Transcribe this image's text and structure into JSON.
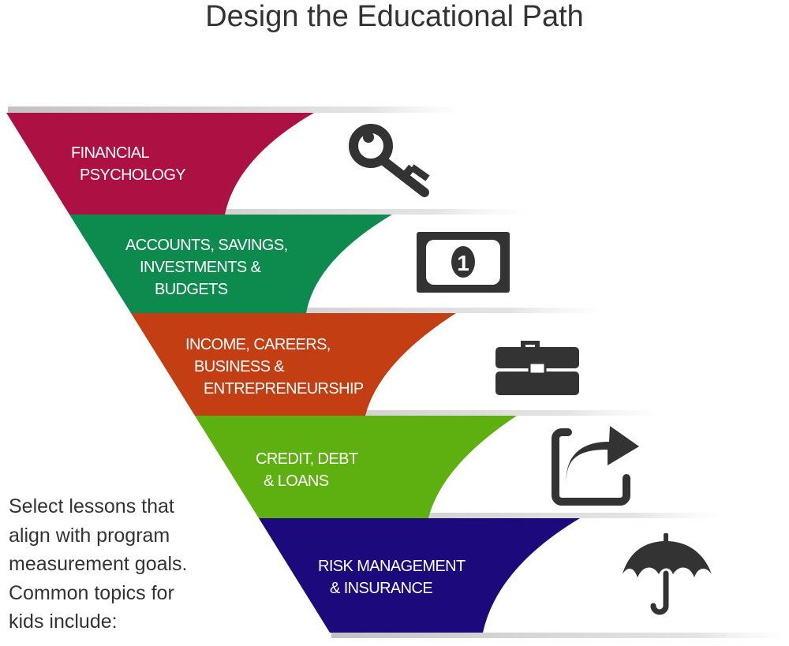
{
  "title": "Design the Educational Path",
  "colors": {
    "band1": "#ad1042",
    "band2": "#0d8a4e",
    "band3": "#c33e12",
    "band4": "#5eaf10",
    "band5": "#1c0a7c",
    "icon": "#333333"
  },
  "bands": [
    {
      "lines": [
        "FINANCIAL",
        "PSYCHOLOGY"
      ],
      "icon": "key-icon"
    },
    {
      "lines": [
        "ACCOUNTS, SAVINGS,",
        "INVESTMENTS &",
        "BUDGETS"
      ],
      "icon": "dollar-bill-icon"
    },
    {
      "lines": [
        "INCOME, CAREERS,",
        "BUSINESS &",
        "ENTREPRENEURSHIP"
      ],
      "icon": "briefcase-icon"
    },
    {
      "lines": [
        "CREDIT, DEBT",
        "& LOANS"
      ],
      "icon": "share-arrow-icon"
    },
    {
      "lines": [
        "RISK MANAGEMENT",
        "& INSURANCE"
      ],
      "icon": "umbrella-icon"
    }
  ],
  "side_text": [
    "Select lessons that",
    "align with program",
    "measurement goals.",
    "Common topics for",
    "kids include:"
  ]
}
